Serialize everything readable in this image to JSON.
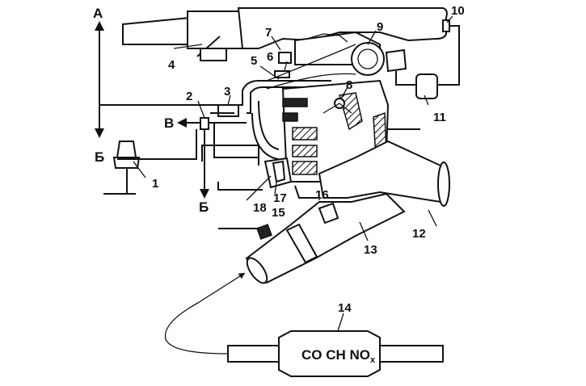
{
  "letters": {
    "a": "А",
    "b_top": "Б",
    "b_bottom": "Б",
    "v": "В"
  },
  "callouts": [
    "1",
    "2",
    "3",
    "4",
    "5",
    "6",
    "7",
    "8",
    "9",
    "10",
    "11",
    "12",
    "13",
    "14",
    "15",
    "16",
    "17",
    "18"
  ],
  "catalyst_label": {
    "main": "CO CH NO",
    "sub": "x"
  }
}
